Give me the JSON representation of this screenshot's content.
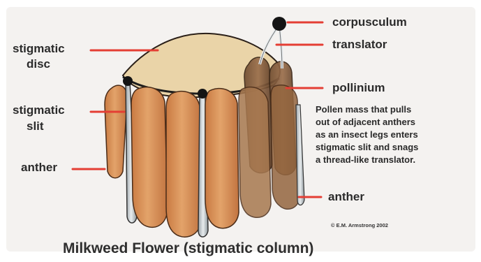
{
  "labels": {
    "corpusculum": "corpusculum",
    "translator": "translator",
    "stigmatic_disc_line1": "stigmatic",
    "stigmatic_disc_line2": "disc",
    "pollinium": "pollinium",
    "stigmatic_slit_line1": "stigmatic",
    "stigmatic_slit_line2": "slit",
    "anther_left": "anther",
    "anther_right": "anther"
  },
  "description": {
    "line1": "Pollen mass that pulls",
    "line2": "out of adjacent anthers",
    "line3": "as an insect legs enters",
    "line4": "stigmatic slit and snags",
    "line5": "a thread-like translator."
  },
  "credit": "© E.M. Armstrong 2002",
  "title": "Milkweed Flower (stigmatic column)",
  "colors": {
    "background": "#ffffff",
    "panel": "#f5f3f1",
    "anther": "#d58d52",
    "anther_dark": "#7b5537",
    "disc": "#ead4a8",
    "leader_line": "#e43e34"
  }
}
